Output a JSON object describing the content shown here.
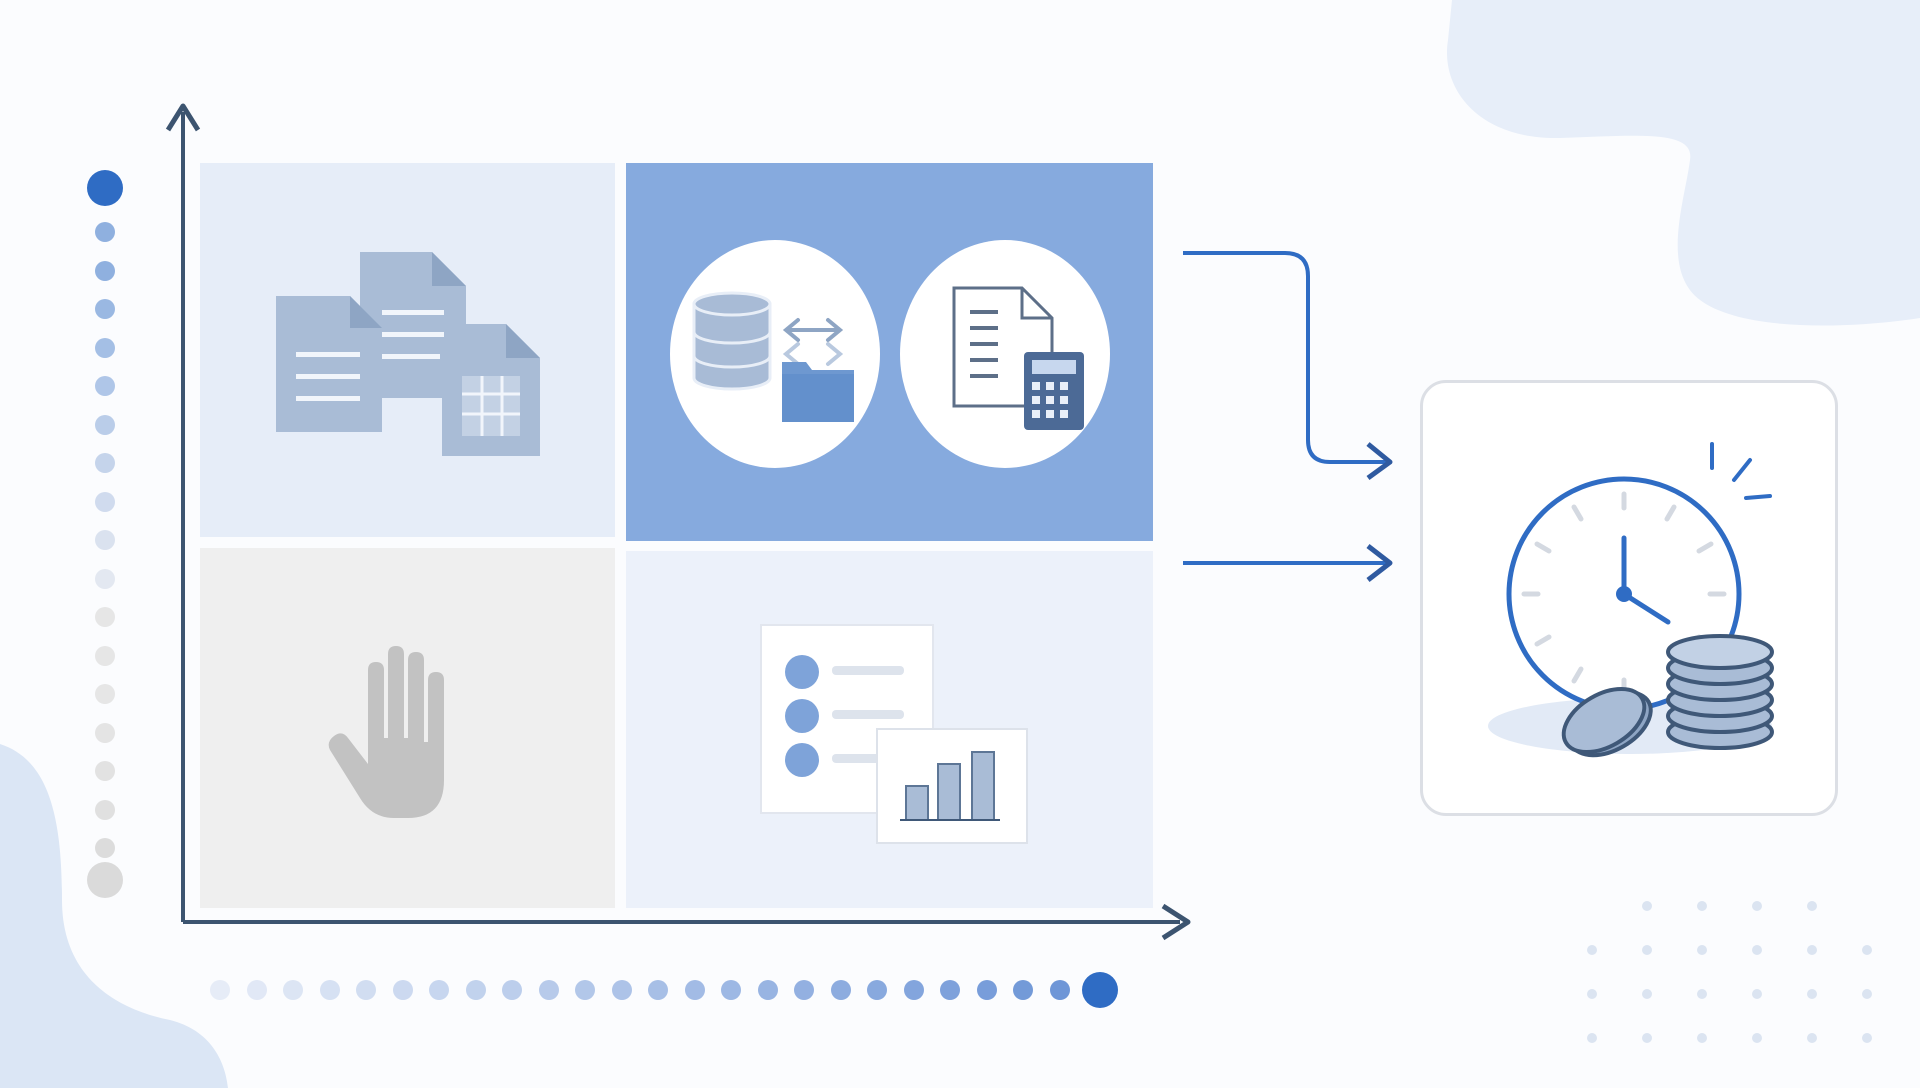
{
  "diagram": {
    "title": "",
    "axes": {
      "x_label": "",
      "y_label": ""
    },
    "quadrants": [
      {
        "id": "top-left",
        "icon": "documents-icon",
        "highlight": false
      },
      {
        "id": "top-right",
        "icons": [
          "database-transfer-icon",
          "document-calculator-icon"
        ],
        "highlight": true
      },
      {
        "id": "bottom-left",
        "icon": "hand-stop-icon",
        "highlight": false
      },
      {
        "id": "bottom-right",
        "icon": "checklist-chart-icon",
        "highlight": false
      }
    ],
    "outcome": {
      "icons": [
        "clock-icon",
        "coins-icon"
      ]
    },
    "colors": {
      "accent": "#2f6cc4",
      "highlight_fill": "#86aade",
      "pale_blue": "#e6edf8",
      "pale_gray": "#efefef",
      "axis": "#3c5470"
    }
  }
}
